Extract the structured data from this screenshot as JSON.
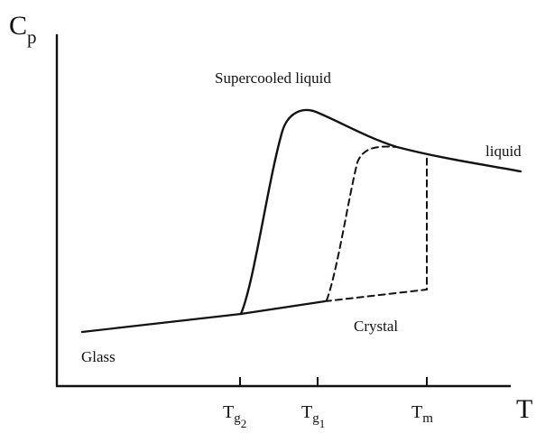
{
  "axes": {
    "y_label": "C",
    "y_label_sub": "p",
    "x_label": "T"
  },
  "ticks": [
    {
      "main": "T",
      "sub": "g",
      "subsub": "2"
    },
    {
      "main": "T",
      "sub": "g",
      "subsub": "1"
    },
    {
      "main": "T",
      "sub": "m",
      "subsub": ""
    }
  ],
  "region_labels": {
    "supercooled": "Supercooled liquid",
    "liquid": "liquid",
    "crystal": "Crystal",
    "glass": "Glass"
  },
  "colors": {
    "ink": "#111111",
    "background": "#ffffff"
  }
}
